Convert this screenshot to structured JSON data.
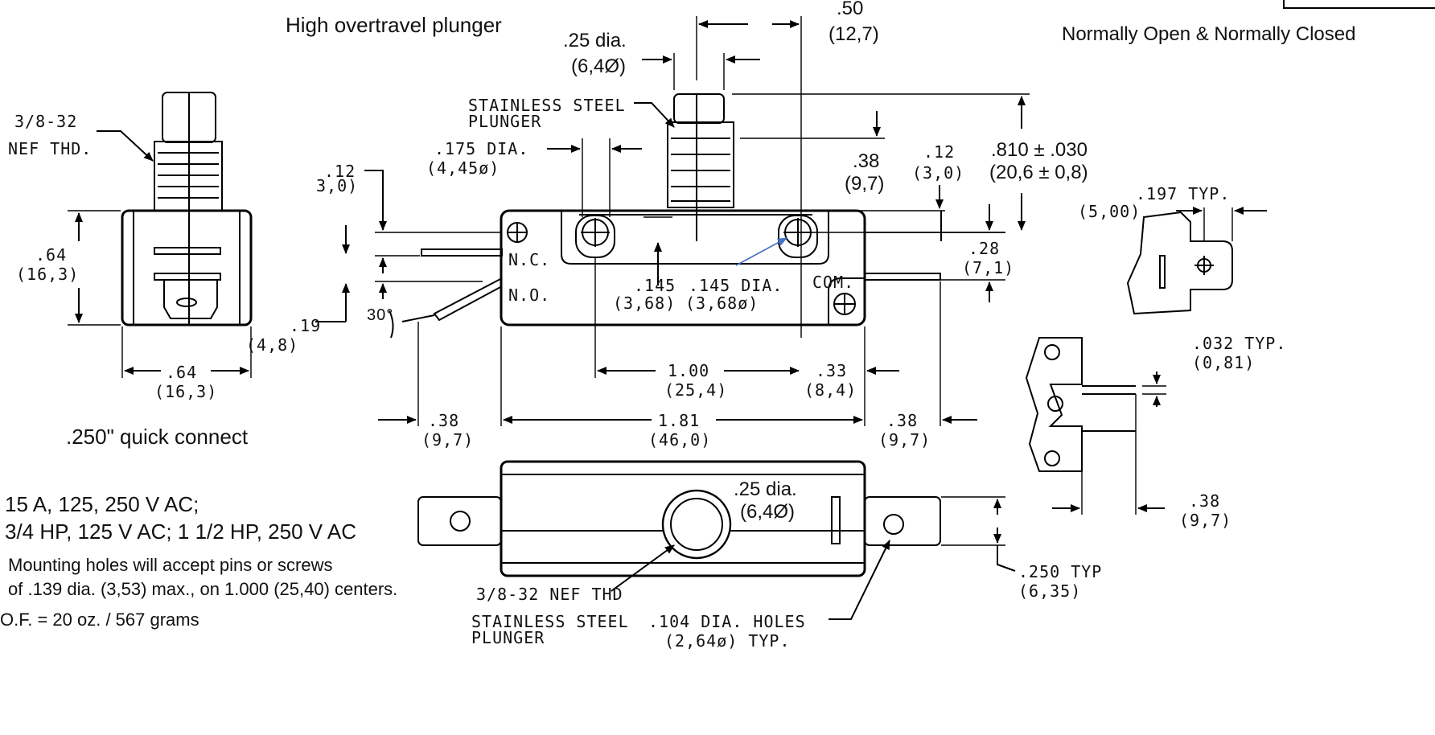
{
  "header": {
    "subtitle": "High overtravel plunger",
    "contacts": "Normally Open & Normally Closed"
  },
  "dims": {
    "top_050": ".50",
    "top_050_mm": "(12,7)",
    "dia_025": ".25 dia.",
    "dia_025_mm": "(6,4Ø)",
    "ss_plunger_1": "STAINLESS STEEL",
    "ss_plunger_2": "PLUNGER",
    "thread_1": "3/8-32",
    "thread_2": "NEF THD.",
    "dia_175": ".175 DIA.",
    "dia_175_mm": "(4,45ø)",
    "d012_left": ".12",
    "d012_left_mm": "3,0)",
    "d038_top": ".38",
    "d038_top_mm": "(9,7)",
    "d012_right": ".12",
    "d012_right_mm": "(3,0)",
    "d810": ".810 ± .030",
    "d810_mm": "(20,6 ± 0,8)",
    "d197": ".197 TYP.",
    "d197_mm": "(5,00)",
    "d064_v": ".64",
    "d064_v_mm": "(16,3)",
    "nc": "N.C.",
    "no": "N.O.",
    "com": "COM.",
    "d145a": ".145",
    "d145a_mm": "(3,68)",
    "d145b": ".145 DIA.",
    "d145b_mm": "(3,68ø)",
    "d028": ".28",
    "d028_mm": "(7,1)",
    "d019": ".19",
    "d019_mm": "(4,8)",
    "angle": "30°",
    "d064_h": ".64",
    "d064_h_mm": "(16,3)",
    "d100": "1.00",
    "d100_mm": "(25,4)",
    "d033": ".33",
    "d033_mm": "(8,4)",
    "d032": ".032 TYP.",
    "d032_mm": "(0,81)",
    "d038_l": ".38",
    "d038_l_mm": "(9,7)",
    "d181": "1.81",
    "d181_mm": "(46,0)",
    "d038_r": ".38",
    "d038_r_mm": "(9,7)",
    "quick_connect": ".250\" quick connect",
    "dia_025_b": ".25 dia.",
    "dia_025_b_mm": "(6,4Ø)",
    "d038_side": ".38",
    "d038_side_mm": "(9,7)",
    "d250": ".250 TYP",
    "d250_mm": "(6,35)",
    "thread_b": "3/8-32 NEF THD",
    "ss_b_1": "STAINLESS STEEL",
    "ss_b_2": "PLUNGER",
    "holes_1": ".104 DIA. HOLES",
    "holes_2": "(2,64ø) TYP."
  },
  "specs": {
    "rating_1": "15 A, 125, 250 V AC;",
    "rating_2": "3/4 HP, 125 V AC; 1 1/2 HP, 250 V AC",
    "mount_1": "Mounting holes will accept pins or screws",
    "mount_2": "of .139 dia. (3,53) max., on 1.000 (25,40) centers.",
    "of": "O.F. = 20 oz. / 567 grams"
  },
  "colors": {
    "ink": "#000000",
    "pointer": "#4472c4"
  }
}
